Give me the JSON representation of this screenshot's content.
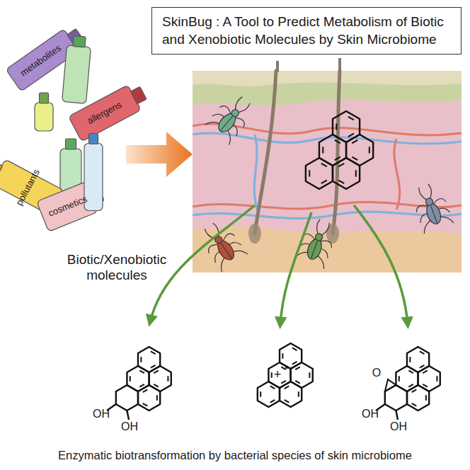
{
  "diagram": {
    "title": "SkinBug : A Tool to Predict Metabolism of Biotic and Xenobiotic Molecules by Skin Microbiome",
    "caption": "Enzymatic biotransformation by bacterial species of skin microbiome",
    "labels": [
      "metabolites",
      "allergens",
      "pollutants",
      "cosmetics",
      "Biotic/Xenobiotic molecules",
      "OH",
      "OH",
      "+",
      "•",
      "O",
      "OH",
      "OH"
    ]
  }
}
